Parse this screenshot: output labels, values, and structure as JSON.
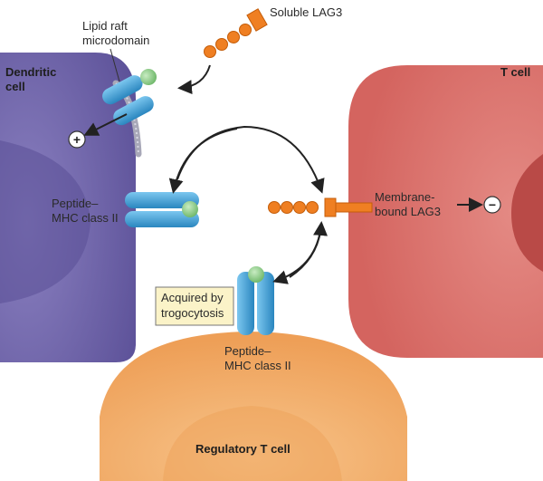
{
  "cells": {
    "dendritic": {
      "line1": "Dendritic",
      "line2": "cell",
      "color": "#6a5fa8"
    },
    "t_cell": {
      "label": "T cell",
      "color": "#d96f6a"
    },
    "regulatory": {
      "label": "Regulatory T cell",
      "color": "#f2ad6a"
    }
  },
  "labels": {
    "soluble_lag3": "Soluble LAG3",
    "lipid_raft_1": "Lipid raft",
    "lipid_raft_2": "microdomain",
    "pmhc_dc_1": "Peptide–",
    "pmhc_dc_2": "MHC class II",
    "membrane_lag3_1": "Membrane-",
    "membrane_lag3_2": "bound LAG3",
    "acquired_1": "Acquired by",
    "acquired_2": "trogocytosis",
    "pmhc_treg_1": "Peptide–",
    "pmhc_treg_2": "MHC class II"
  },
  "signs": {
    "positive": "+",
    "negative": "−"
  },
  "colors": {
    "mhc": "#3d9fd3",
    "peptide": "#8cc98a",
    "lag3": "#ef7f22",
    "callout_bg": "#fbf3c8"
  }
}
